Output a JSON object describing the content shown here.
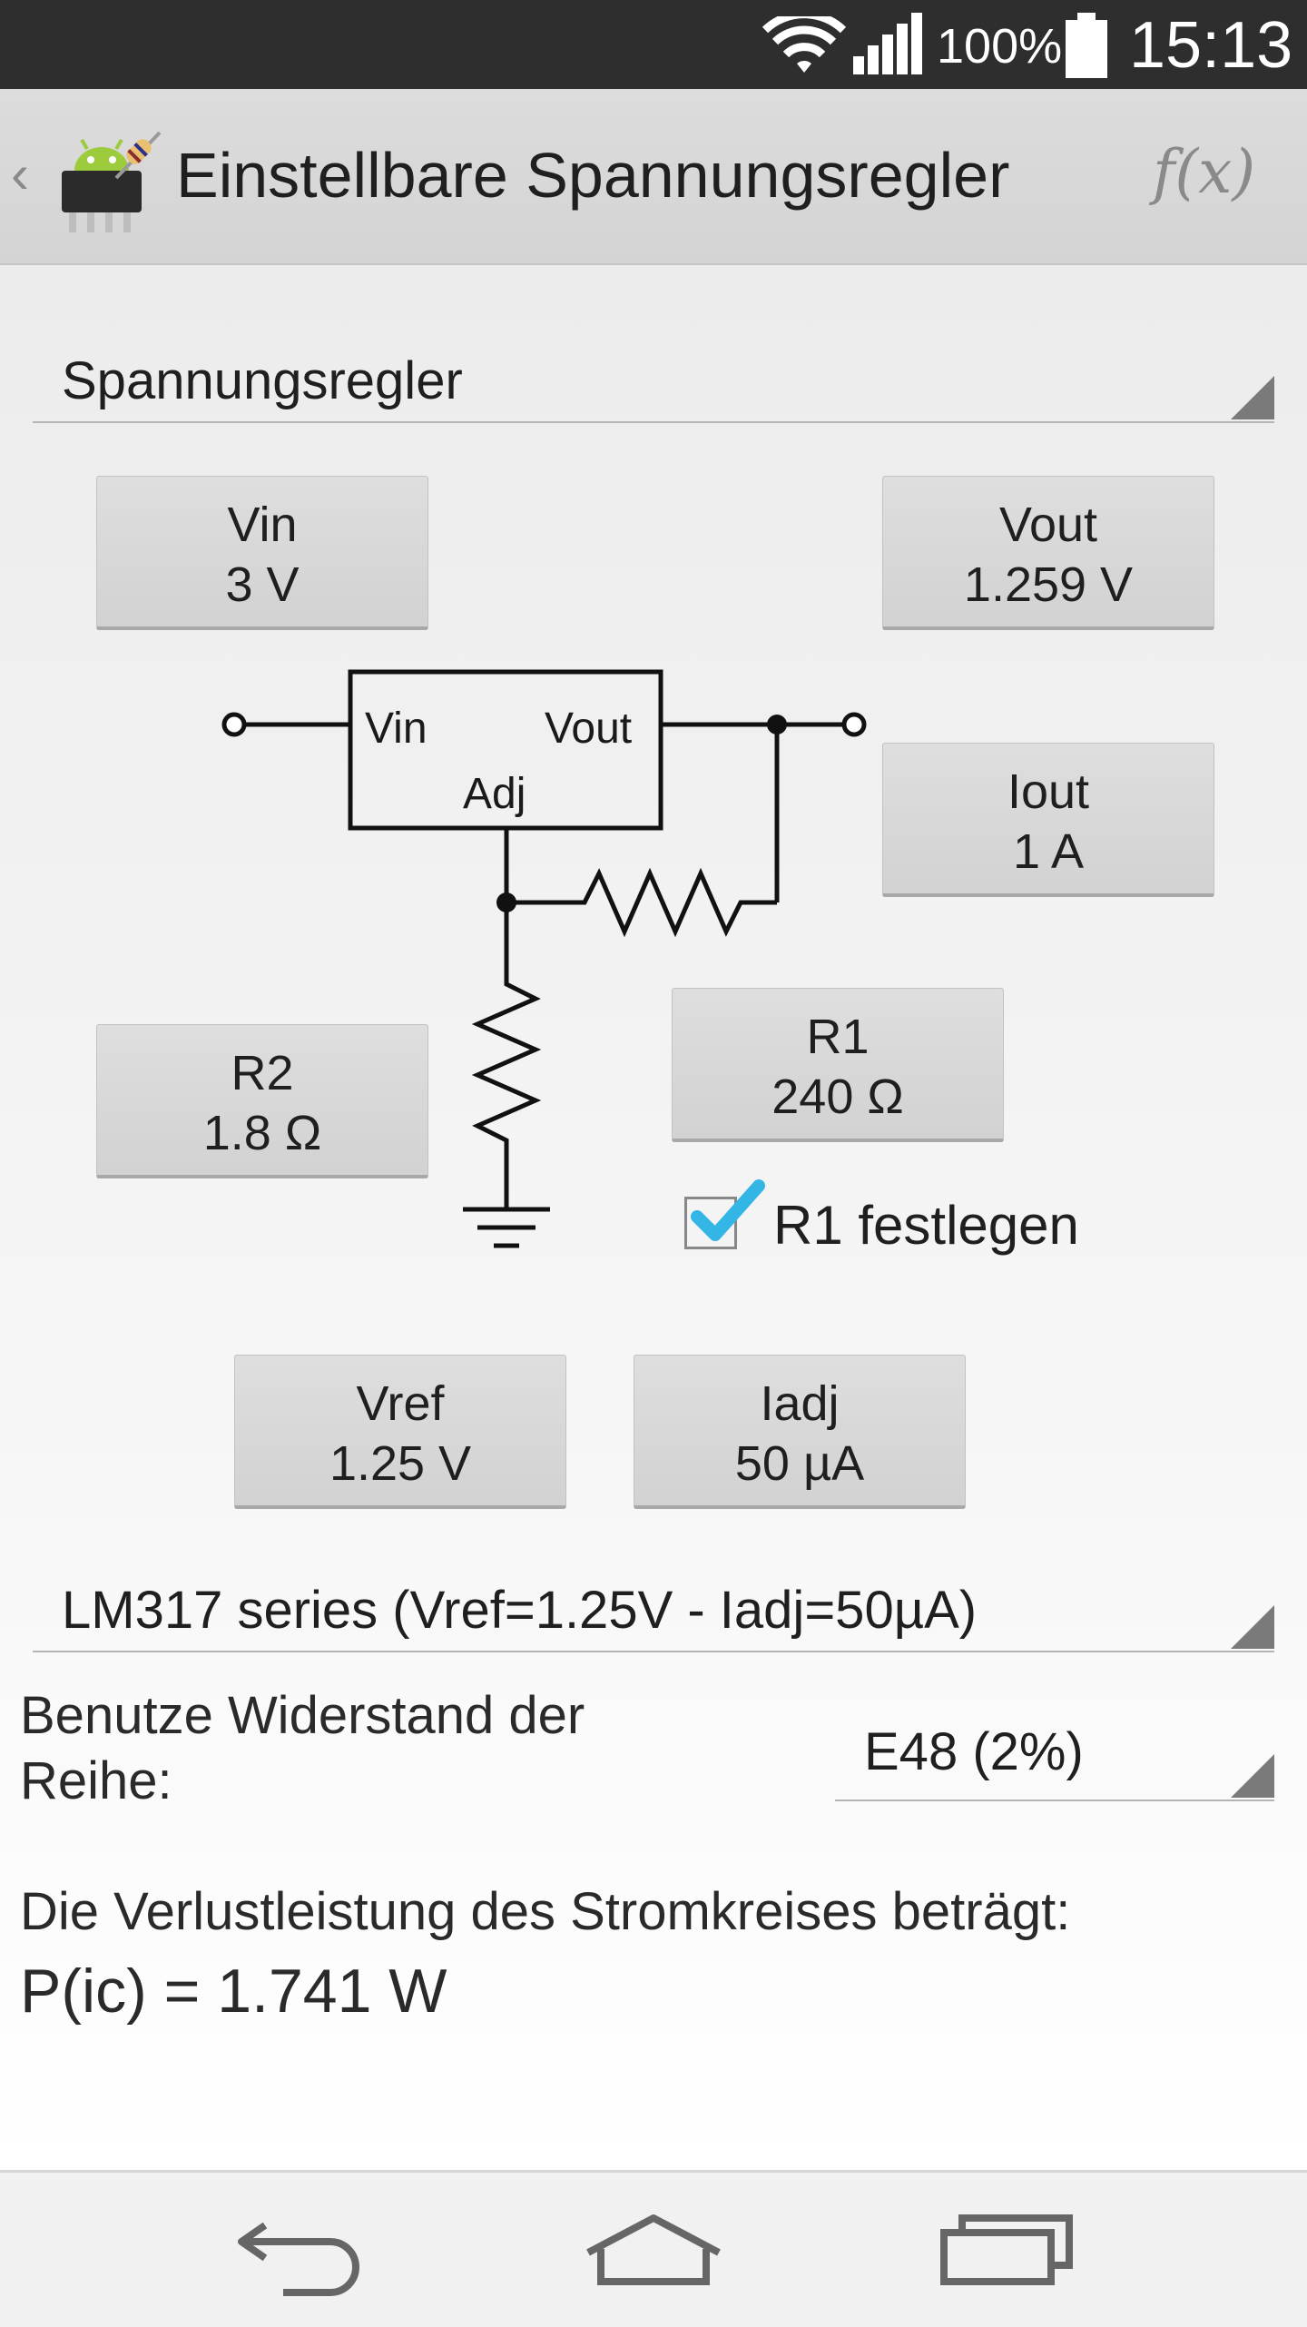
{
  "status_bar": {
    "battery_percent": "100%",
    "time": "15:13",
    "icons": [
      "wifi-icon",
      "signal-icon",
      "battery-icon"
    ]
  },
  "action_bar": {
    "title": "Einstellbare Spannungsregler",
    "fx_label": "f(x)"
  },
  "regulator_spinner": {
    "selected": "Spannungsregler"
  },
  "buttons": {
    "vin": {
      "name": "Vin",
      "value": "3 V"
    },
    "vout": {
      "name": "Vout",
      "value": "1.259 V"
    },
    "iout": {
      "name": "Iout",
      "value": "1 A"
    },
    "r1": {
      "name": "R1",
      "value": "240 Ω"
    },
    "r2": {
      "name": "R2",
      "value": "1.8 Ω"
    },
    "vref": {
      "name": "Vref",
      "value": "1.25 V"
    },
    "iadj": {
      "name": "Iadj",
      "value": "50 µA"
    }
  },
  "circuit": {
    "vin_label": "Vin",
    "vout_label": "Vout",
    "adj_label": "Adj"
  },
  "fix_r1": {
    "label": "R1 festlegen",
    "checked": true
  },
  "series_spinner": {
    "selected": "LM317 series (Vref=1.25V - Iadj=50µA)"
  },
  "resistor_series": {
    "label": "Benutze Widerstand der Reihe:",
    "selected": "E48 (2%)"
  },
  "dissipation": {
    "label": "Die Verlustleistung des Stromkreises beträgt:",
    "value": "P(ic) = 1.741 W"
  },
  "colors": {
    "accent_check": "#33b5e5",
    "status_bar": "#2e2e2e",
    "action_bar": "#d8d8d8"
  }
}
